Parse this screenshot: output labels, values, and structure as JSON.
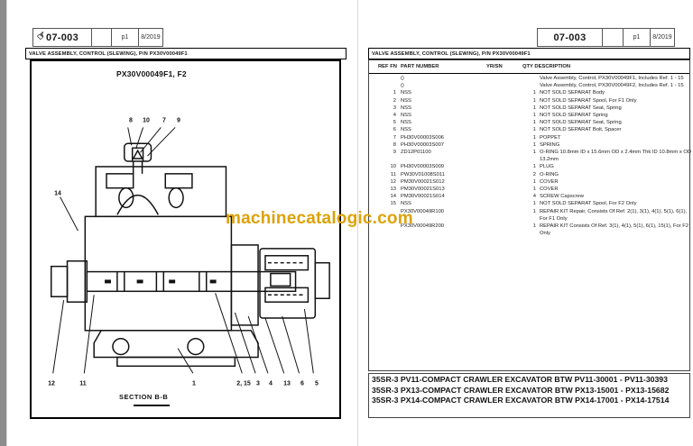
{
  "watermark": {
    "text": "machinecatalogic.com",
    "color": "#DCA208"
  },
  "icons": {
    "hand_cursor": "☞"
  },
  "left_page": {
    "header": {
      "code": "07-003",
      "blank": "",
      "page": "p1",
      "date": "8/2019"
    },
    "title": "VALVE ASSEMBLY, CONTROL (SLEWING), P/N PX30V00049F1",
    "diagram": {
      "label": "PX30V00049F1, F2",
      "section_label": "SECTION  B-B",
      "callouts": [
        "8",
        "10",
        "7",
        "9",
        "14",
        "12",
        "11",
        "1",
        "2, 15",
        "3",
        "4",
        "13",
        "6",
        "5"
      ]
    }
  },
  "right_page": {
    "header": {
      "code": "07-003",
      "blank": "",
      "page": "p1",
      "date": "8/2019"
    },
    "title": "VALVE ASSEMBLY, CONTROL (SLEWING), P/N PX30V00049F1",
    "table": {
      "columns": {
        "ref": "REF FN",
        "part": "PART NUMBER",
        "yrsn": "YR/SN",
        "qtydesc": "QTY DESCRIPTION"
      },
      "rows": [
        {
          "ref": "",
          "part": "()",
          "yrsn": "",
          "qty": "",
          "desc": "Valve Assembly, Control, PX30V00049F1, Includes Ref. 1 - 15"
        },
        {
          "ref": "",
          "part": "()",
          "yrsn": "",
          "qty": "",
          "desc": "Valve Assembly, Control, PX30V00049F2, Includes Ref. 1 - 15"
        },
        {
          "ref": "1",
          "part": "NSS",
          "yrsn": "",
          "qty": "1",
          "desc": "NOT SOLD SEPARAT  Body"
        },
        {
          "ref": "2",
          "part": "NSS",
          "yrsn": "",
          "qty": "1",
          "desc": "NOT SOLD SEPARAT  Spool, For F1 Only"
        },
        {
          "ref": "3",
          "part": "NSS",
          "yrsn": "",
          "qty": "1",
          "desc": "NOT SOLD SEPARAT  Seat, Spring"
        },
        {
          "ref": "4",
          "part": "NSS",
          "yrsn": "",
          "qty": "1",
          "desc": "NOT SOLD SEPARAT  Spring"
        },
        {
          "ref": "5",
          "part": "NSS",
          "yrsn": "",
          "qty": "1",
          "desc": "NOT SOLD SEPARAT  Seat, Spring"
        },
        {
          "ref": "6",
          "part": "NSS",
          "yrsn": "",
          "qty": "1",
          "desc": "NOT SOLD SEPARAT  Bolt, Spacer"
        },
        {
          "ref": "7",
          "part": "PH30V00003S006",
          "yrsn": "",
          "qty": "1",
          "desc": "POPPET"
        },
        {
          "ref": "8",
          "part": "PH30V00003S007",
          "yrsn": "",
          "qty": "1",
          "desc": "SPRING"
        },
        {
          "ref": "9",
          "part": "ZD12P01100",
          "yrsn": "",
          "qty": "1",
          "desc": "O-RING 10.8mm ID x 15.6mm OD x 2.4mm Thk ID 10.8mm x OD 13.2mm"
        },
        {
          "ref": "10",
          "part": "PH30V00003S009",
          "yrsn": "",
          "qty": "1",
          "desc": "PLUG"
        },
        {
          "ref": "11",
          "part": "PW30V01008S011",
          "yrsn": "",
          "qty": "2",
          "desc": "O-RING"
        },
        {
          "ref": "12",
          "part": "PM30V00021S012",
          "yrsn": "",
          "qty": "1",
          "desc": "COVER"
        },
        {
          "ref": "13",
          "part": "PM30V00021S013",
          "yrsn": "",
          "qty": "1",
          "desc": "COVER"
        },
        {
          "ref": "14",
          "part": "PM30V00021S014",
          "yrsn": "",
          "qty": "4",
          "desc": "SCREW  Capscrew"
        },
        {
          "ref": "15",
          "part": "NSS",
          "yrsn": "",
          "qty": "1",
          "desc": "NOT SOLD SEPARAT  Spool, For F2 Only"
        },
        {
          "ref": "",
          "part": "PX30V00049R100",
          "yrsn": "",
          "qty": "1",
          "desc": "REPAIR KIT  Repair, Consists Of Ref. 2(1), 3(1), 4(1), 5(1), 6(1), For F1 Only"
        },
        {
          "ref": "",
          "part": "PX30V00049R200",
          "yrsn": "",
          "qty": "1",
          "desc": "REPAIR KIT  Consists Of Ref. 3(1), 4(1), 5(1), 6(1), 15(1), For F2 Only"
        }
      ]
    },
    "footer": "35SR-3 PV11-COMPACT CRAWLER EXCAVATOR BTW PV11-30001 - PV11-30393  35SR-3 PX13-COMPACT CRAWLER EXCAVATOR BTW PX13-15001 - PX13-15682  35SR-3 PX14-COMPACT CRAWLER EXCAVATOR BTW PX14-17001 - PX14-17514"
  }
}
